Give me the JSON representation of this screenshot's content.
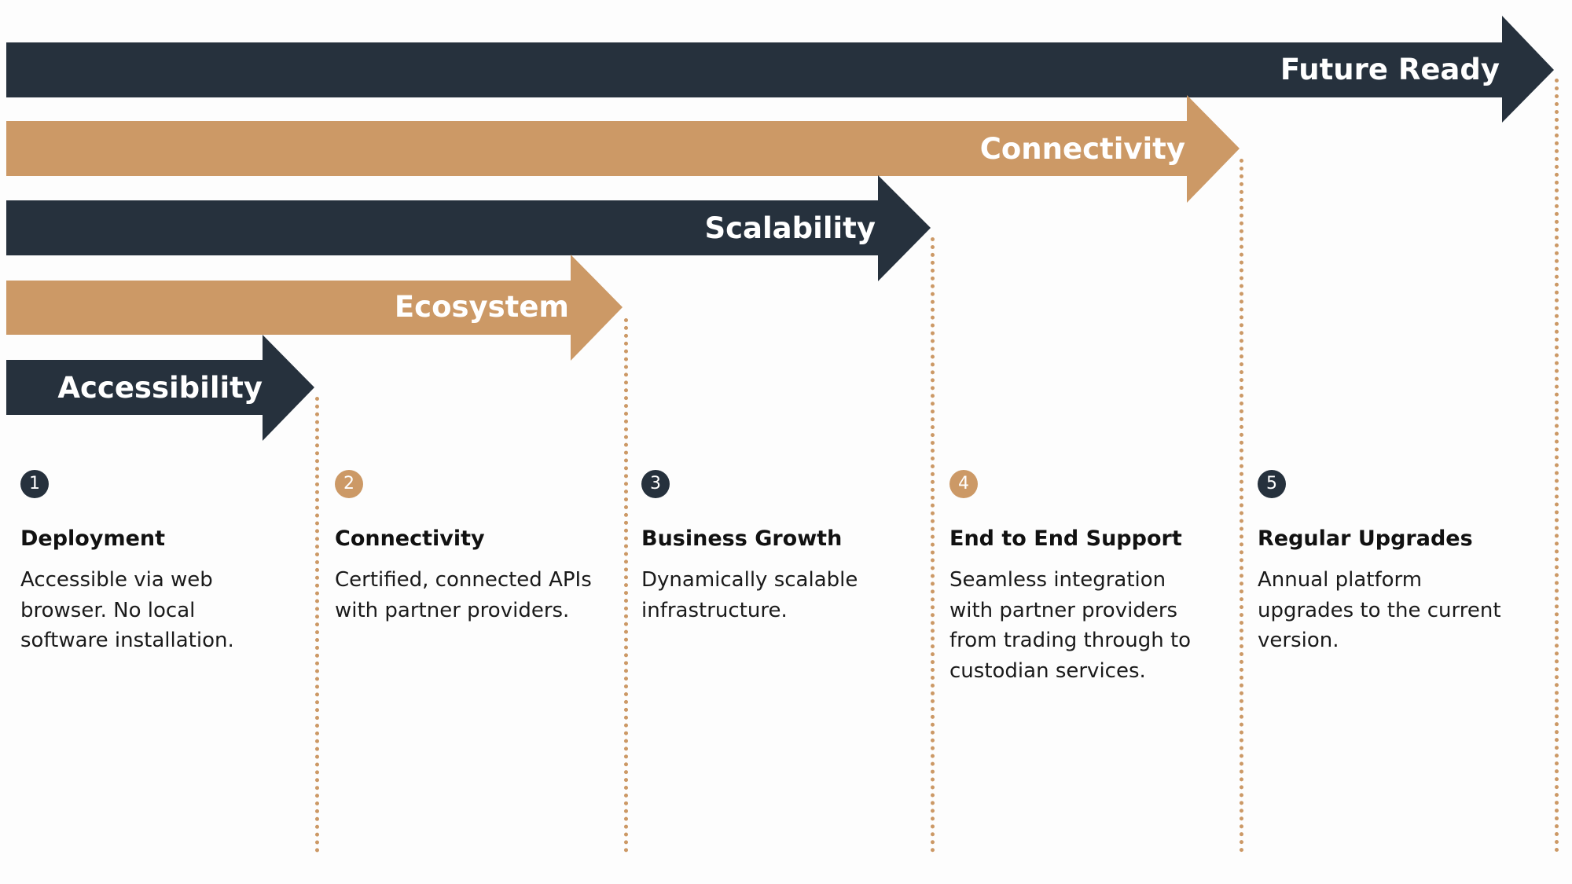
{
  "colors": {
    "dark": "#26313d",
    "tan": "#cc9966"
  },
  "arrows": [
    {
      "label": "Future Ready",
      "color": "dark"
    },
    {
      "label": "Connectivity",
      "color": "tan"
    },
    {
      "label": "Scalability",
      "color": "dark"
    },
    {
      "label": "Ecosystem",
      "color": "tan"
    },
    {
      "label": "Accessibility",
      "color": "dark"
    }
  ],
  "steps": [
    {
      "number": "1",
      "title": "Deployment",
      "lines": [
        "Accessible via web",
        "browser. No local",
        "software installation."
      ]
    },
    {
      "number": "2",
      "title": "Connectivity",
      "lines": [
        "Certified, connected APIs",
        "with partner providers."
      ]
    },
    {
      "number": "3",
      "title": "Business Growth",
      "lines": [
        "Dynamically scalable",
        "infrastructure."
      ]
    },
    {
      "number": "4",
      "title": "End to End Support",
      "lines": [
        "Seamless integration",
        "with partner providers",
        "from trading through to",
        "custodian services."
      ]
    },
    {
      "number": "5",
      "title": "Regular Upgrades",
      "lines": [
        "Annual platform",
        "upgrades to the current",
        "version."
      ]
    }
  ]
}
